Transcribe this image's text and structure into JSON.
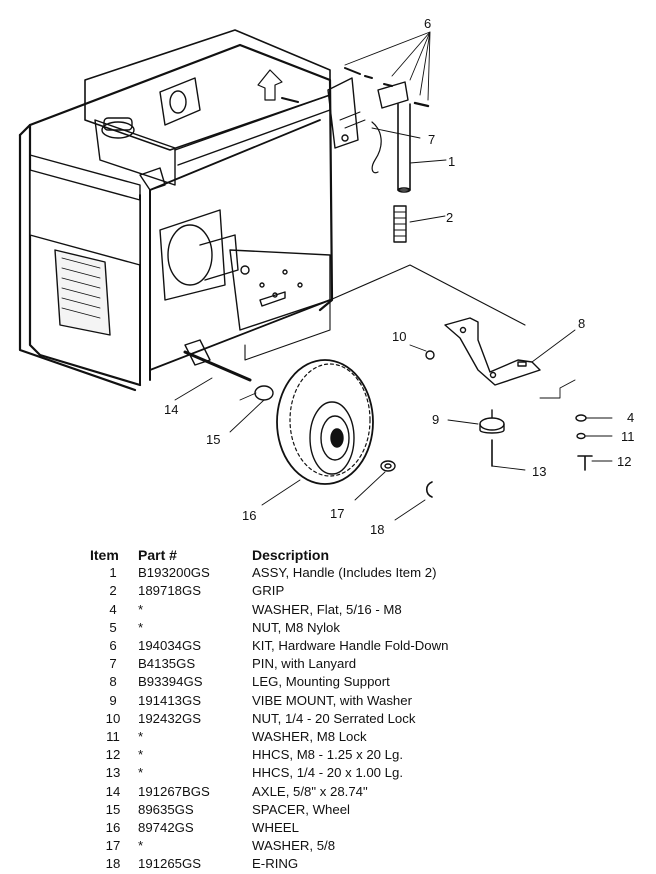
{
  "callouts": [
    "1",
    "2",
    "4",
    "6",
    "7",
    "8",
    "9",
    "10",
    "11",
    "12",
    "13",
    "14",
    "15",
    "16",
    "17",
    "18"
  ],
  "table": {
    "headers": {
      "item": "Item",
      "part": "Part #",
      "description": "Description"
    },
    "rows": [
      {
        "item": "1",
        "part": "B193200GS",
        "description": "ASSY, Handle (Includes Item 2)"
      },
      {
        "item": "2",
        "part": "189718GS",
        "description": "GRIP"
      },
      {
        "item": "4",
        "part": "*",
        "description": "WASHER, Flat, 5/16 - M8"
      },
      {
        "item": "5",
        "part": "*",
        "description": "NUT, M8 Nylok"
      },
      {
        "item": "6",
        "part": "194034GS",
        "description": "KIT, Hardware Handle Fold-Down"
      },
      {
        "item": "7",
        "part": "B4135GS",
        "description": "PIN, with Lanyard"
      },
      {
        "item": "8",
        "part": "B93394GS",
        "description": "LEG, Mounting Support"
      },
      {
        "item": "9",
        "part": "191413GS",
        "description": "VIBE MOUNT, with Washer"
      },
      {
        "item": "10",
        "part": "192432GS",
        "description": "NUT, 1/4 - 20 Serrated Lock"
      },
      {
        "item": "11",
        "part": "*",
        "description": "WASHER, M8 Lock"
      },
      {
        "item": "12",
        "part": "*",
        "description": "HHCS, M8 - 1.25 x 20 Lg."
      },
      {
        "item": "13",
        "part": "*",
        "description": "HHCS, 1/4 - 20 x 1.00 Lg."
      },
      {
        "item": "14",
        "part": "191267BGS",
        "description": "AXLE, 5/8\" x 28.74\""
      },
      {
        "item": "15",
        "part": "89635GS",
        "description": "SPACER, Wheel"
      },
      {
        "item": "16",
        "part": "89742GS",
        "description": "WHEEL"
      },
      {
        "item": "17",
        "part": "*",
        "description": "WASHER, 5/8"
      },
      {
        "item": "18",
        "part": "191265GS",
        "description": "E-RING"
      }
    ]
  }
}
